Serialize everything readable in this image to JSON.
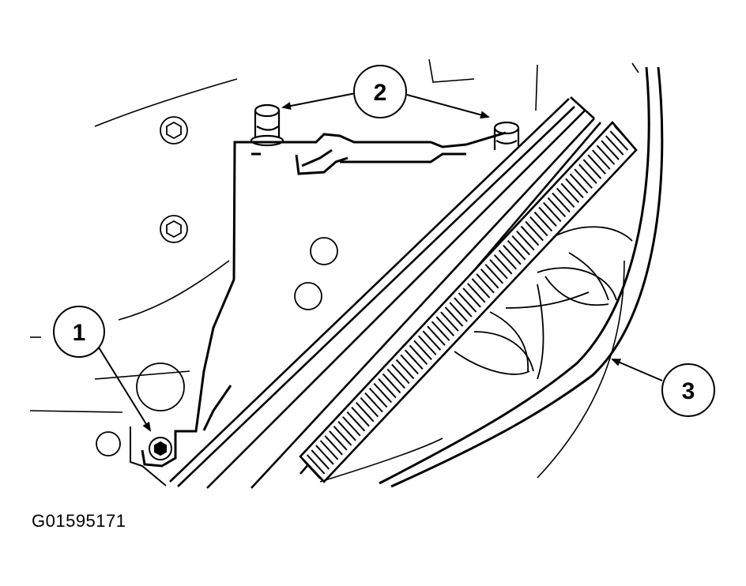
{
  "figure": {
    "id": "G01595171"
  },
  "callouts": [
    {
      "number": "1",
      "target": "lower-bolt"
    },
    {
      "number": "2",
      "target": "upper-mounting-studs"
    },
    {
      "number": "3",
      "target": "fan-shroud-edge"
    }
  ],
  "colors": {
    "line": "#000000",
    "background": "#ffffff"
  }
}
